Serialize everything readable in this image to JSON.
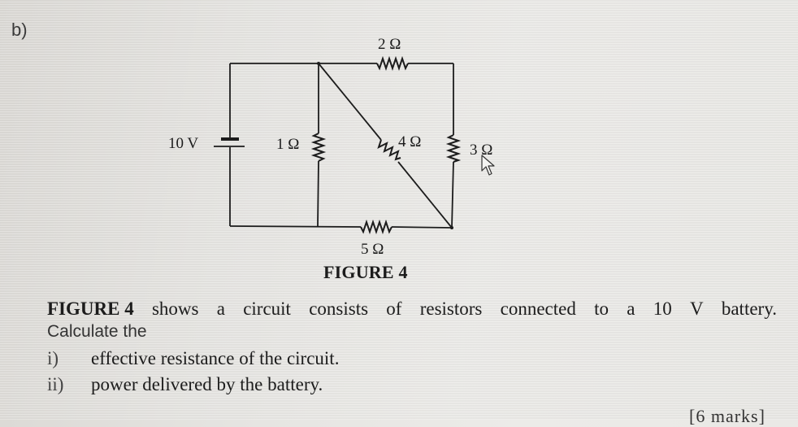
{
  "section_label": "b)",
  "figure": {
    "caption": "FIGURE 4",
    "battery_label": "10 V",
    "resistors": {
      "top": "2 Ω",
      "left_vertical": "1 Ω",
      "diagonal": "4 Ω",
      "right_vertical": "3 Ω",
      "bottom": "5 Ω"
    }
  },
  "question": {
    "intro_bold": "FIGURE 4",
    "intro_rest_words": [
      "shows",
      "a",
      "circuit",
      "consists",
      "of",
      "resistors",
      "connected",
      "to",
      "a",
      "10",
      "V",
      "battery."
    ],
    "calculate_line": "Calculate the",
    "items": [
      {
        "num": "i)",
        "text": "effective resistance of the circuit."
      },
      {
        "num": "ii)",
        "text": "power delivered by the battery."
      }
    ],
    "marks": "[6 marks]"
  },
  "cursor": {
    "icon": "mouse-pointer-icon"
  }
}
